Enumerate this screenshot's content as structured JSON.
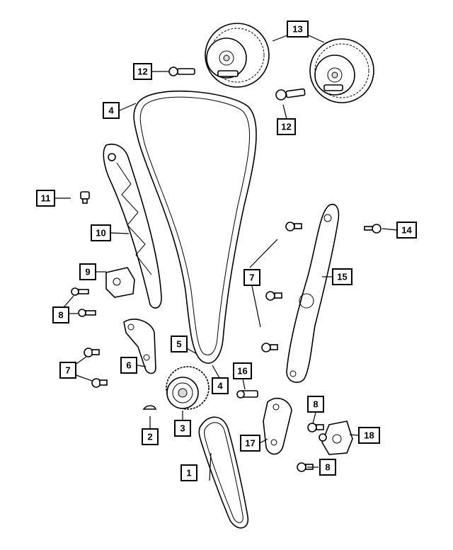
{
  "callouts": [
    {
      "id": "c1",
      "label": "1"
    },
    {
      "id": "c2",
      "label": "2"
    },
    {
      "id": "c3",
      "label": "3"
    },
    {
      "id": "c4a",
      "label": "4"
    },
    {
      "id": "c4b",
      "label": "4"
    },
    {
      "id": "c5",
      "label": "5"
    },
    {
      "id": "c6",
      "label": "6"
    },
    {
      "id": "c7a",
      "label": "7"
    },
    {
      "id": "c7b",
      "label": "7"
    },
    {
      "id": "c8a",
      "label": "8"
    },
    {
      "id": "c8b",
      "label": "8"
    },
    {
      "id": "c8c",
      "label": "8"
    },
    {
      "id": "c9",
      "label": "9"
    },
    {
      "id": "c10",
      "label": "10"
    },
    {
      "id": "c11",
      "label": "11"
    },
    {
      "id": "c12a",
      "label": "12"
    },
    {
      "id": "c12b",
      "label": "12"
    },
    {
      "id": "c13",
      "label": "13"
    },
    {
      "id": "c14",
      "label": "14"
    },
    {
      "id": "c15",
      "label": "15"
    },
    {
      "id": "c16",
      "label": "16"
    },
    {
      "id": "c17",
      "label": "17"
    },
    {
      "id": "c18",
      "label": "18"
    }
  ],
  "colors": {
    "line": "#000000",
    "background": "#ffffff",
    "shade": "#d9d9d9"
  }
}
